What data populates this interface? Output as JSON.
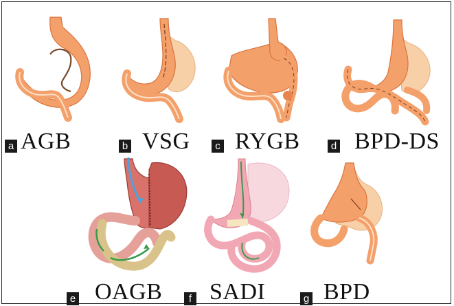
{
  "panels": [
    {
      "letter": "a",
      "name": "AGB"
    },
    {
      "letter": "b",
      "name": "VSG"
    },
    {
      "letter": "c",
      "name": "RYGB"
    },
    {
      "letter": "d",
      "name": "BPD-DS"
    },
    {
      "letter": "e",
      "name": "OAGB"
    },
    {
      "letter": "f",
      "name": "SADI"
    },
    {
      "letter": "g",
      "name": "BPD"
    }
  ],
  "colors": {
    "stomach": "#f4a06a",
    "stomach_dark": "#e8844e",
    "remnant": "#f8d0a8",
    "outline": "#d9743f",
    "band": "#7a4a2a",
    "realistic_stomach": "#c85a54",
    "realistic_intestine": "#e6a09a",
    "bypass_limb": "#d9c38a",
    "pink_intestine": "#f2a8b4",
    "flow_blue": "#4aa3e0",
    "flow_green": "#3a9a4a"
  }
}
